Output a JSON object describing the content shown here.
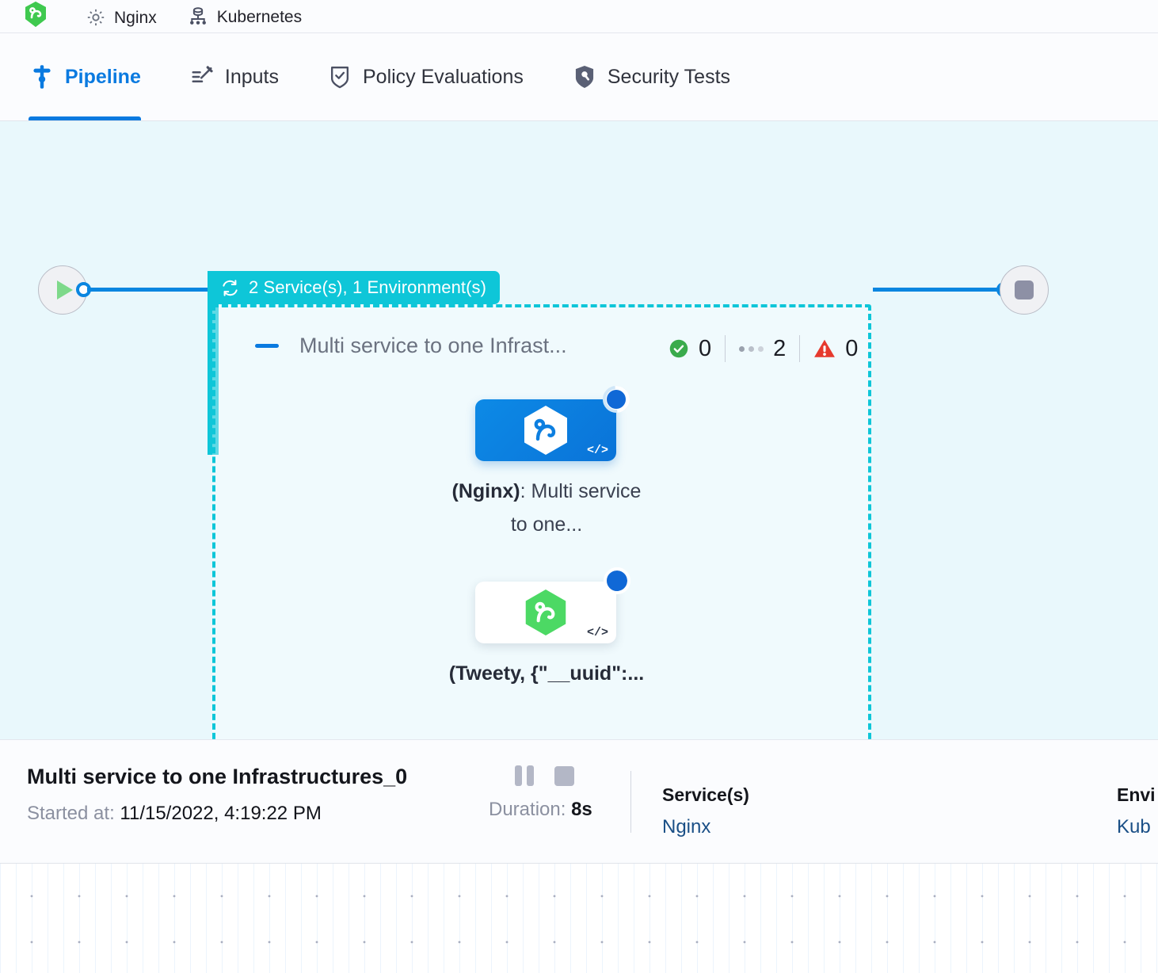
{
  "top_strip": {
    "items": [
      {
        "icon": "nginx-hexagon-logo",
        "label": ""
      },
      {
        "icon": "gear-icon",
        "label": "Nginx"
      },
      {
        "icon": "kubernetes-cluster-icon",
        "label": "Kubernetes"
      }
    ]
  },
  "tabs": [
    {
      "id": "pipeline",
      "label": "Pipeline",
      "icon": "pipeline-icon",
      "active": true
    },
    {
      "id": "inputs",
      "label": "Inputs",
      "icon": "inputs-wand-icon",
      "active": false
    },
    {
      "id": "policy-evaluations",
      "label": "Policy Evaluations",
      "icon": "shield-check-icon",
      "active": false
    },
    {
      "id": "security-tests",
      "label": "Security Tests",
      "icon": "shield-scan-icon",
      "active": false
    }
  ],
  "canvas": {
    "start_node": {
      "icon": "play-icon"
    },
    "end_node": {
      "icon": "stop-icon"
    },
    "group": {
      "badge_label": "2 Service(s), 1 Environment(s)",
      "badge_icon": "loop-repeat-icon",
      "title": "Multi service to one Infrast...",
      "collapse_icon": "collapse-minus-icon",
      "counters": [
        {
          "id": "success",
          "icon": "check-circle-icon",
          "value": "0"
        },
        {
          "id": "pending",
          "icon": "pending-dots-icon",
          "value": "2"
        },
        {
          "id": "failed",
          "icon": "warning-triangle-icon",
          "value": "0"
        }
      ]
    },
    "nodes": [
      {
        "id": "node-nginx",
        "logo": "harness-hexagon-logo-white",
        "status_icon": "spinner-running-icon",
        "code_icon": "code-brackets-icon",
        "caption_bold": "(Nginx)",
        "caption_rest": ": Multi service to one..."
      },
      {
        "id": "node-tweety",
        "logo": "harness-hexagon-logo-green",
        "status_icon": "spinner-running-icon",
        "code_icon": "code-brackets-icon",
        "caption_bold": "(Tweety, {\"__uuid\":...",
        "caption_rest": ""
      }
    ]
  },
  "footer": {
    "run_title": "Multi service to one Infrastructures_0",
    "started_label": "Started at:",
    "started_value": "11/15/2022, 4:19:22 PM",
    "pause_icon": "pause-icon",
    "stop_icon": "stop-icon",
    "duration_label": "Duration:",
    "duration_value": "8s",
    "services": {
      "title": "Service(s)",
      "value": "Nginx"
    },
    "environments": {
      "title": "Envi",
      "value": "Kub"
    }
  },
  "colors": {
    "accent_blue": "#0a7ae0",
    "group_teal": "#0ec6d8",
    "canvas_bg": "#e9f8fc",
    "success_green": "#3aab4c",
    "failure_red": "#e63a2e",
    "link_navy": "#1a4f86"
  }
}
